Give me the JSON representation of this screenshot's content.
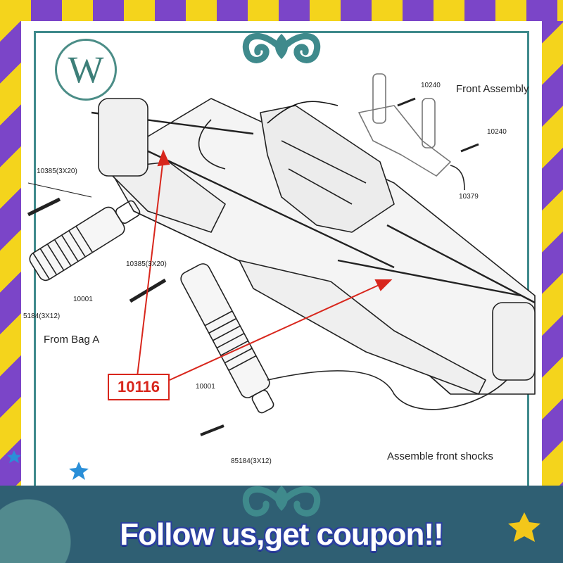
{
  "callout": {
    "text": "10116"
  },
  "part_labels": {
    "p10240a": "10240",
    "p10240b": "10240",
    "p10379": "10379",
    "p10385a": "10385(3X20)",
    "p10385b": "10385(3X20)",
    "p10001a": "10001",
    "p10001b": "10001",
    "p85184a": "5184(3X12)",
    "p85184b": "85184(3X12)"
  },
  "notes": {
    "front_assembly": "Front Assembly",
    "from_bag": "From Bag A",
    "assemble_shocks": "Assemble front shocks"
  },
  "banner": {
    "text": "Follow us,get coupon!!"
  },
  "logo": {
    "letter": "W"
  },
  "colors": {
    "callout": "#d8261c",
    "frame": "#3f8a8c",
    "banner_outline": "#2b3fa0"
  },
  "icons": [
    "ornament-icon",
    "star-icon",
    "logo-icon"
  ]
}
